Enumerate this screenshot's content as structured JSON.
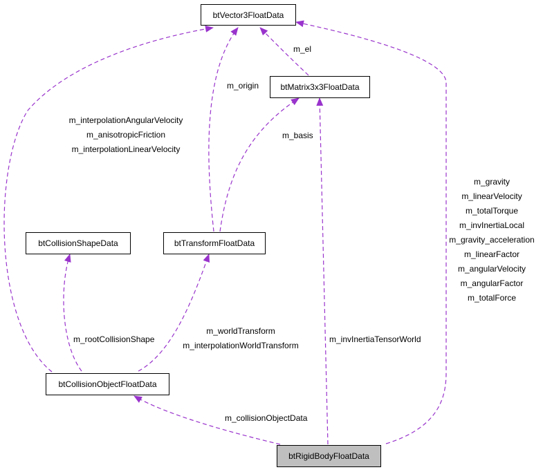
{
  "colors": {
    "edge": "#9933cc",
    "node_border": "#000000",
    "focus_fill": "#bfbfbf"
  },
  "nodes": {
    "vector3": "btVector3FloatData",
    "matrix3x3": "btMatrix3x3FloatData",
    "collision_shape": "btCollisionShapeData",
    "transform": "btTransformFloatData",
    "collision_object": "btCollisionObjectFloatData",
    "rigid_body": "btRigidBodyFloatData"
  },
  "edge_labels": {
    "m_el": "m_el",
    "m_origin": "m_origin",
    "m_basis": "m_basis",
    "collision_object_vectors": [
      "m_interpolationAngularVelocity",
      "m_anisotropicFriction",
      "m_interpolationLinearVelocity"
    ],
    "rigid_body_vectors": [
      "m_gravity",
      "m_linearVelocity",
      "m_totalTorque",
      "m_invInertiaLocal",
      "m_gravity_acceleration",
      "m_linearFactor",
      "m_angularVelocity",
      "m_angularFactor",
      "m_totalForce"
    ],
    "m_rootCollisionShape": "m_rootCollisionShape",
    "transforms": [
      "m_worldTransform",
      "m_interpolationWorldTransform"
    ],
    "m_invInertiaTensorWorld": "m_invInertiaTensorWorld",
    "m_collisionObjectData": "m_collisionObjectData"
  }
}
